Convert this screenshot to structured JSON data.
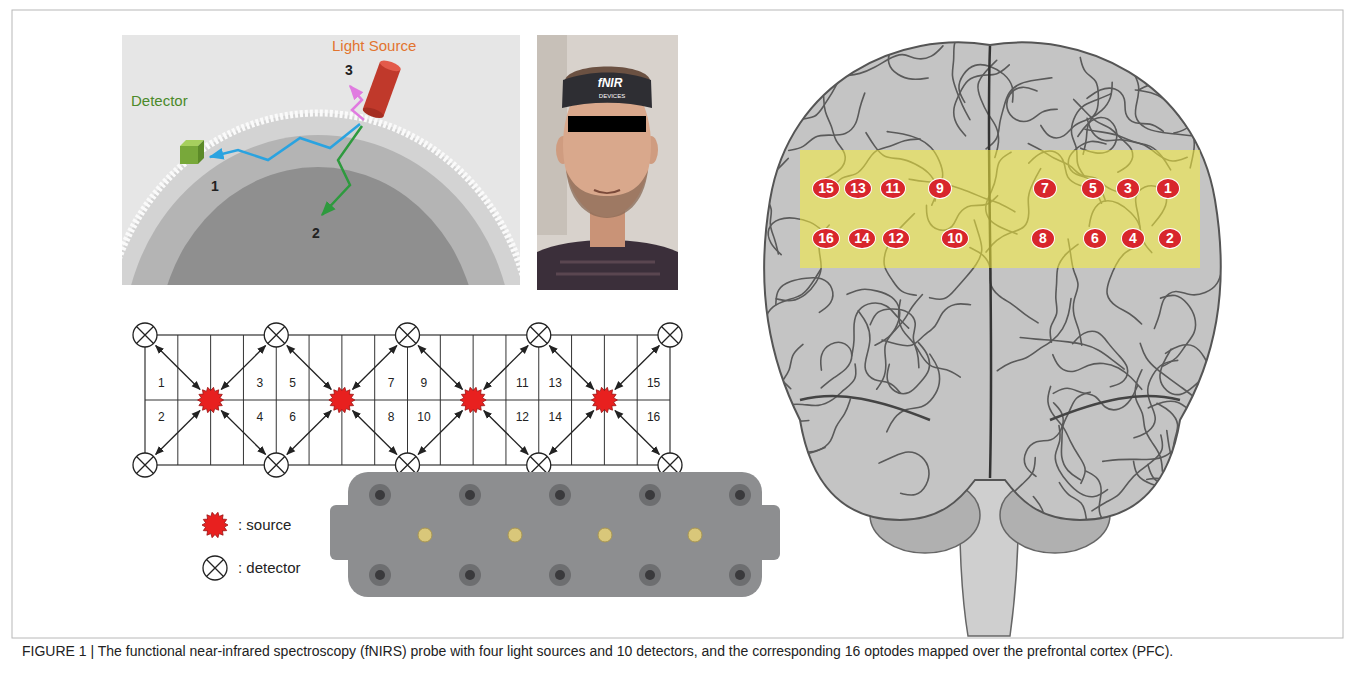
{
  "diagram": {
    "caption": "FIGURE 1 | The functional near-infrared spectroscopy (fNIRS) probe with four light sources and 10 detectors, and the corresponding 16 optodes mapped over the prefrontal cortex (PFC).",
    "nodes": [
      {
        "text": [
          "15"
        ]
      },
      {
        "text": [
          "13"
        ]
      },
      {
        "text": [
          "11"
        ]
      },
      {
        "text": [
          "9"
        ]
      },
      {
        "text": [
          "7"
        ]
      },
      {
        "text": [
          "5"
        ]
      },
      {
        "text": [
          "3"
        ]
      },
      {
        "text": [
          "1"
        ]
      },
      {
        "text": [
          "16"
        ]
      },
      {
        "text": [
          "14"
        ]
      },
      {
        "text": [
          "12"
        ]
      },
      {
        "text": [
          "10"
        ]
      },
      {
        "text": [
          "8"
        ]
      },
      {
        "text": [
          "6"
        ]
      },
      {
        "text": [
          "4"
        ]
      },
      {
        "text": [
          "2"
        ]
      }
    ],
    "labels": [
      "Light Source",
      "3",
      "Detector",
      "1",
      "2",
      "fNIR",
      "DEVICES",
      "1",
      "2",
      "3",
      "4",
      "5",
      "6",
      "7",
      "8",
      "9",
      "10",
      "11",
      "12",
      "13",
      "14",
      "15",
      "16"
    ],
    "legend": [
      {
        "text": ": source"
      },
      {
        "text": ": detector"
      }
    ]
  }
}
